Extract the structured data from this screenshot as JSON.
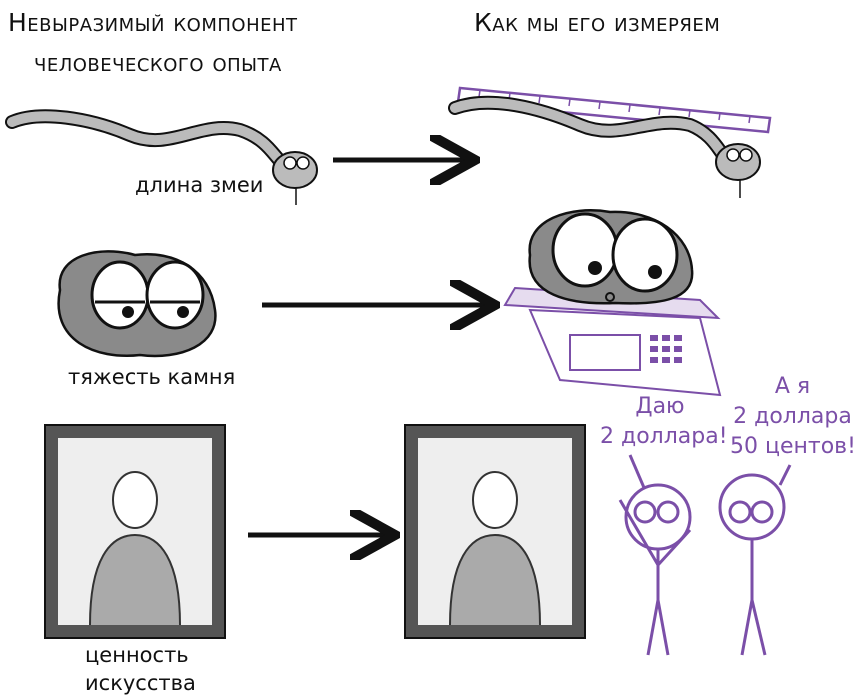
{
  "headers": {
    "left_line1": "Невыразимый компонент",
    "left_line2": "человеческого опыта",
    "right": "Как мы его измеряем"
  },
  "rows": [
    {
      "label": "длина змеи",
      "measure_tool": "ruler-icon"
    },
    {
      "label": "тяжесть камня",
      "measure_tool": "scale-icon"
    },
    {
      "label_line1": "ценность",
      "label_line2": "искусства",
      "measure_tool": "people-bidding"
    }
  ],
  "speech": {
    "person1": [
      "Даю",
      "2 доллара!"
    ],
    "person2": [
      "А я",
      "2 доллара",
      "50 центов!"
    ]
  },
  "colors": {
    "ink": "#111111",
    "accent": "#7b4fa8",
    "fill": "#8a8a8a"
  }
}
